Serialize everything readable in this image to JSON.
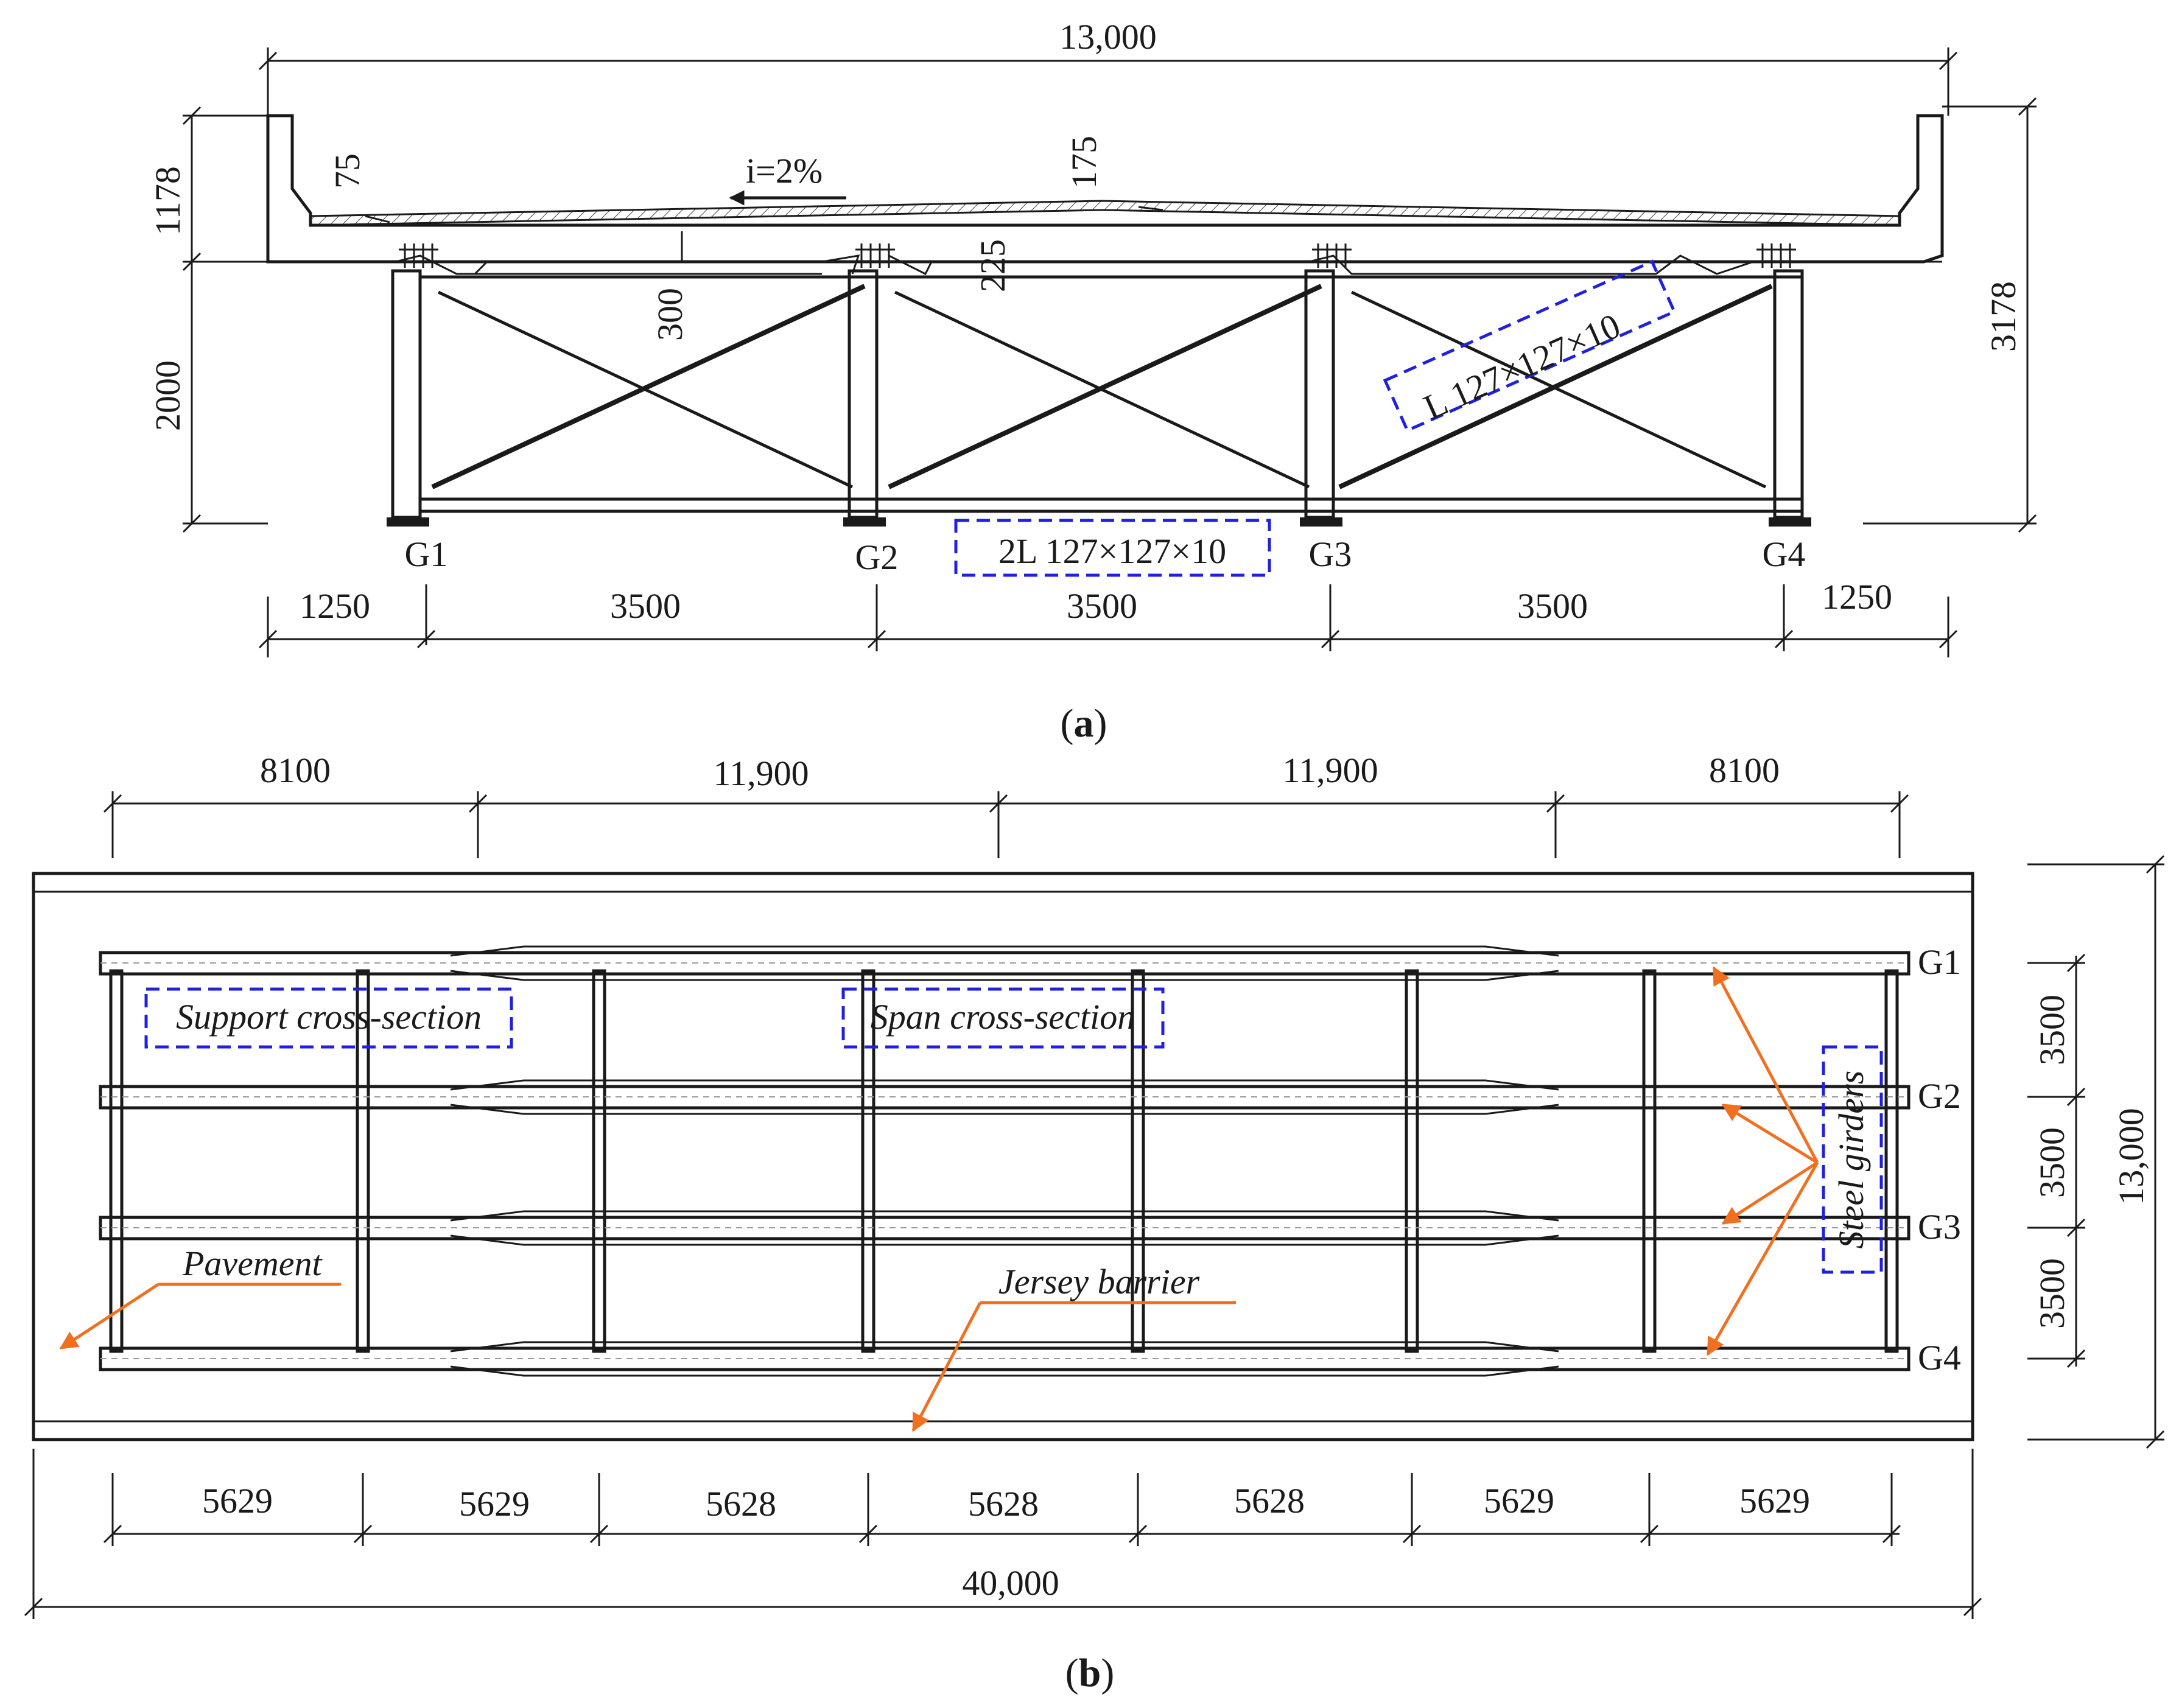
{
  "panel_a": {
    "caption_letter": "a",
    "dims": {
      "total_width": "13,000",
      "deck_height": "1178",
      "girder_height": "2000",
      "total_height": "3178",
      "t75": "75",
      "t175": "175",
      "t225": "225",
      "t300": "300",
      "slope": "i=2%",
      "overhang_left": "1250",
      "spacing_1": "3500",
      "spacing_2": "3500",
      "spacing_3": "3500",
      "overhang_right": "1250"
    },
    "girders": [
      "G1",
      "G2",
      "G3",
      "G4"
    ],
    "sections": {
      "diagonal": "L 127×127×10",
      "bottom_chord": "2L 127×127×10"
    }
  },
  "panel_b": {
    "caption_letter": "b",
    "top_dims": [
      "8100",
      "11,900",
      "11,900",
      "8100"
    ],
    "bottom_dims": [
      "5629",
      "5629",
      "5628",
      "5628",
      "5628",
      "5629",
      "5629"
    ],
    "total_length": "40,000",
    "right_dims": [
      "3500",
      "3500",
      "3500"
    ],
    "total_width": "13,000",
    "girders": [
      "G1",
      "G2",
      "G3",
      "G4"
    ],
    "labels": {
      "support_section": "Support cross-section",
      "span_section": "Span cross-section",
      "steel_girders": "Steel girders",
      "pavement": "Pavement",
      "jersey_barrier": "Jersey barrier"
    }
  },
  "colors": {
    "ink": "#1a1a1a",
    "callout_box": "#2020e0",
    "leader": "#f07020",
    "hatch_marks": "#d04030"
  }
}
